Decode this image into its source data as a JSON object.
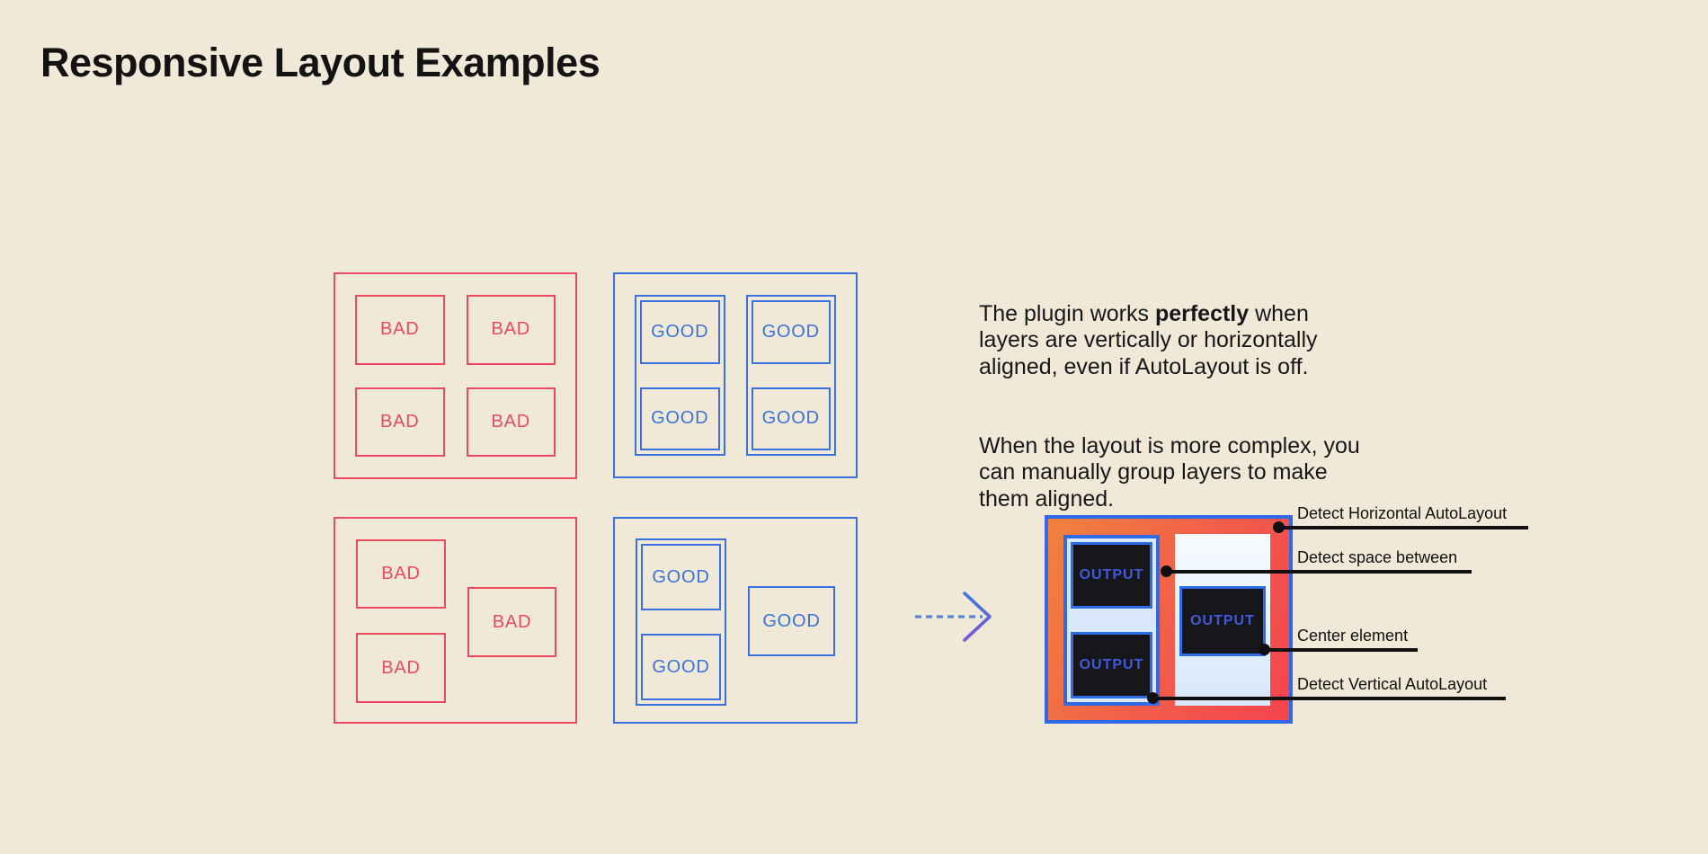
{
  "page": {
    "title": "Responsive Layout Examples"
  },
  "labels": {
    "bad": "BAD",
    "good": "GOOD",
    "output": "OUTPUT"
  },
  "description": {
    "p1_pre": "The plugin works ",
    "p1_bold": "perfectly",
    "p1_post": " when\nlayers are vertically or horizontally\naligned, even if AutoLayout is off.",
    "p2": "When the layout is more complex, you\ncan manually group layers to make\nthem aligned."
  },
  "annotations": [
    {
      "label": "Detect Horizontal AutoLayout"
    },
    {
      "label": "Detect space between"
    },
    {
      "label": "Center element"
    },
    {
      "label": "Detect Vertical AutoLayout"
    }
  ],
  "colors": {
    "background": "#F0E9D8",
    "bad": "#EE4A5F",
    "good": "#3B71DE",
    "orange": "#F0823F",
    "red": "#F4444F",
    "light_blue": "#D9E9FB",
    "dark": "#17171B",
    "output_text": "#4159D8"
  }
}
